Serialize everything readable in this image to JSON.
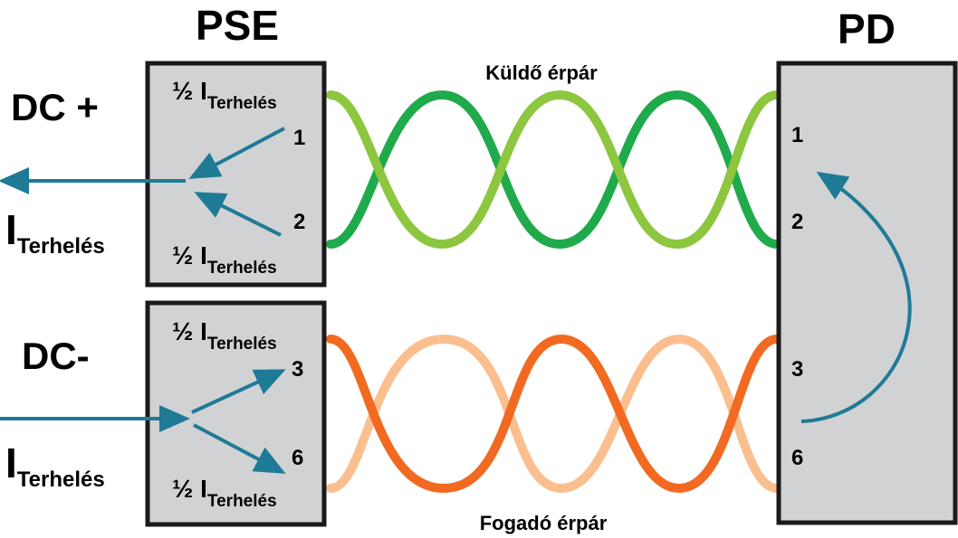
{
  "pse": {
    "title": "PSE",
    "top_box": {
      "half": "½ I",
      "sub": "Terhelés",
      "pin_a": "1",
      "pin_b": "2"
    },
    "bottom_box": {
      "half": "½ I",
      "sub": "Terhelés",
      "pin_a": "3",
      "pin_b": "6"
    }
  },
  "pd": {
    "title": "PD",
    "pins": [
      "1",
      "2",
      "3",
      "6"
    ]
  },
  "left": {
    "dc_plus": "DC +",
    "dc_minus": "DC-",
    "current_main": "I",
    "current_sub": "Terhelés"
  },
  "pairs": {
    "send": "Küldő érpár",
    "receive": "Fogadó érpár"
  },
  "colors": {
    "box_fill": "#d1d2d4",
    "box_stroke": "#1a1a1a",
    "arrow": "#1f7a96",
    "send_dark": "#1faa4b",
    "send_light": "#8dc63f",
    "recv_dark": "#f26a21",
    "recv_light": "#fbbf8f"
  }
}
